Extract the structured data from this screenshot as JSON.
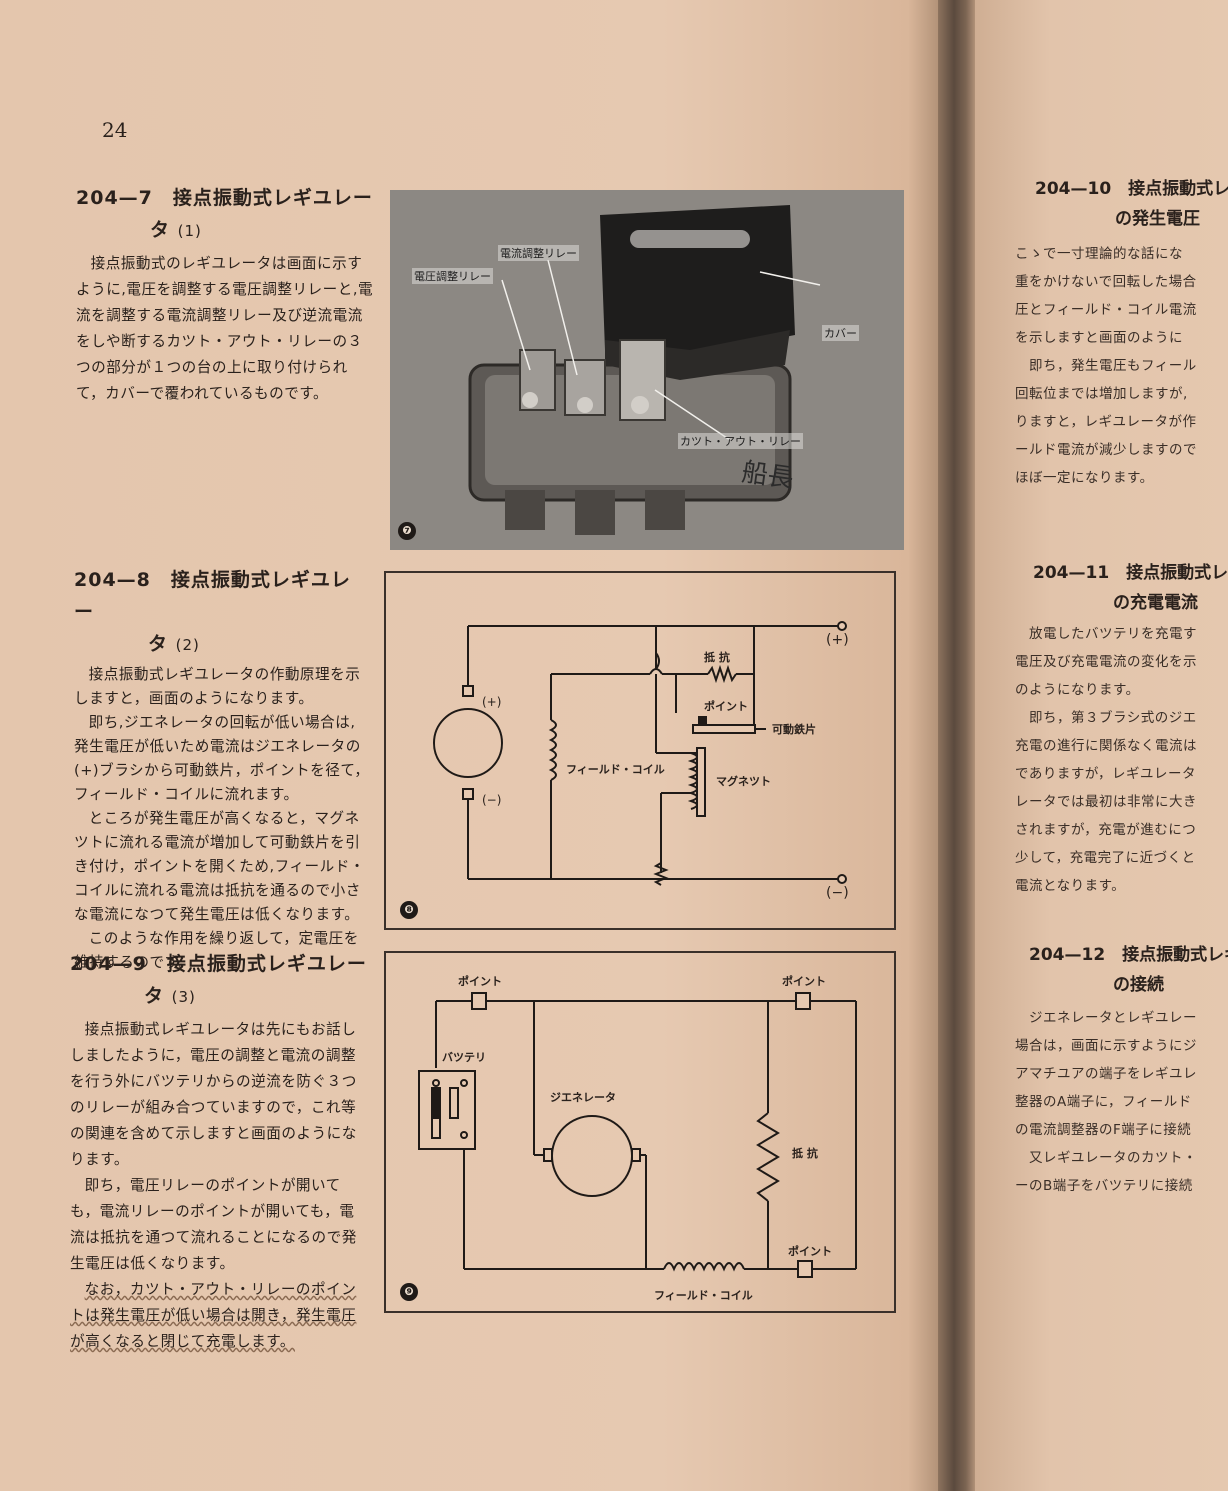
{
  "page_number": "24",
  "sections": [
    {
      "id": "204-7",
      "title": "204—7　接点振動式レギユレー",
      "title_cont": "タ",
      "title_sub": "(1)",
      "paragraphs": [
        "接点振動式のレギユレータは画面に示すように,電圧を調整する電圧調整リレーと,電流を調整する電流調整リレー及び逆流電流をしや断するカツト・アウト・リレーの３つの部分が１つの台の上に取り付けられて，カバーで覆われているものです。"
      ]
    },
    {
      "id": "204-8",
      "title": "204—8　接点振動式レギユレー",
      "title_cont": "タ",
      "title_sub": "(2)",
      "paragraphs": [
        "接点振動式レギユレータの作動原理を示しますと，画面のようになります。",
        "即ち,ジエネレータの回転が低い場合は,発生電圧が低いため電流はジエネレータの(+)ブラシから可動鉄片，ポイントを径て，フィールド・コイルに流れます。",
        "ところが発生電圧が高くなると，マグネツトに流れる電流が増加して可動鉄片を引き付け，ポイントを開くため,フィールド・コイルに流れる電流は抵抗を通るので小さな電流になつて発生電圧は低くなります。",
        "このような作用を繰り返して，定電圧を維持するのです。"
      ]
    },
    {
      "id": "204-9",
      "title": "204—9　接点振動式レギユレー",
      "title_cont": "タ",
      "title_sub": "(3)",
      "paragraphs": [
        "接点振動式レギユレータは先にもお話ししましたように，電圧の調整と電流の調整を行う外にバツテリからの逆流を防ぐ３つのリレーが組み合つていますので，これ等の関連を含めて示しますと画面のようになります。",
        "即ち，電圧リレーのポイントが開いても，電流リレーのポイントが開いても，電流は抵抗を通つて流れることになるので発生電圧は低くなります。",
        "なお，カツト・アウト・リレーのポイントは発生電圧が低い場合は開き，発生電圧が高くなると閉じて充電します。"
      ]
    }
  ],
  "figure7": {
    "number": "❼",
    "labels": {
      "current_relay": "電流調整リレー",
      "voltage_relay": "電圧調整リレー",
      "cover": "カバー",
      "cutout_relay": "カツト・アウト・リレー"
    },
    "handwriting": "船長"
  },
  "figure8": {
    "number": "❽",
    "labels": {
      "plus_out": "(+)",
      "minus_out": "(−)",
      "gen_plus": "(+)",
      "gen_minus": "(−)",
      "resistor": "抵 抗",
      "point": "ポイント",
      "armature": "可動鉄片",
      "field_coil": "フィールド・コイル",
      "magnet": "マグネツト"
    }
  },
  "figure9": {
    "number": "❾",
    "labels": {
      "point_top_left": "ポイント",
      "point_top_right": "ポイント",
      "battery": "バツテリ",
      "generator": "ジエネレータ",
      "resistor": "抵 抗",
      "point_bottom": "ポイント",
      "field_coil": "フィールド・コイル"
    }
  },
  "right_page": {
    "sections": [
      {
        "title1": "204—10　接点振動式レ",
        "title2": "の発生電圧",
        "lines": [
          "こゝで一寸理論的な話にな",
          "重をかけないで回転した場合",
          "圧とフィールド・コイル電流",
          "を示しますと画面のように",
          "　即ち，発生電圧もフィール",
          "回転位までは増加しますが,",
          "りますと，レギユレータが作",
          "ールド電流が減少しますので",
          "ほぼ一定になります。"
        ]
      },
      {
        "title1": "204—11　接点振動式レ",
        "title2": "の充電電流",
        "lines": [
          "　放電したバツテリを充電す",
          "電圧及び充電電流の変化を示",
          "のようになります。",
          "　即ち，第３ブラシ式のジエ",
          "充電の進行に関係なく電流は",
          "でありますが，レギユレータ",
          "レータでは最初は非常に大き",
          "されますが，充電が進むにつ",
          "少して，充電完了に近づくと",
          "電流となります。"
        ]
      },
      {
        "title1": "204—12　接点振動式レギ",
        "title2": "の接続",
        "lines": [
          "　ジエネレータとレギユレー",
          "場合は，画面に示すようにジ",
          "アマチユアの端子をレギユレ",
          "整器のA端子に，フィールド",
          "の電流調整器のF端子に接続",
          "　又レギユレータのカツト・",
          "ーのB端子をバツテリに接続"
        ]
      }
    ]
  }
}
